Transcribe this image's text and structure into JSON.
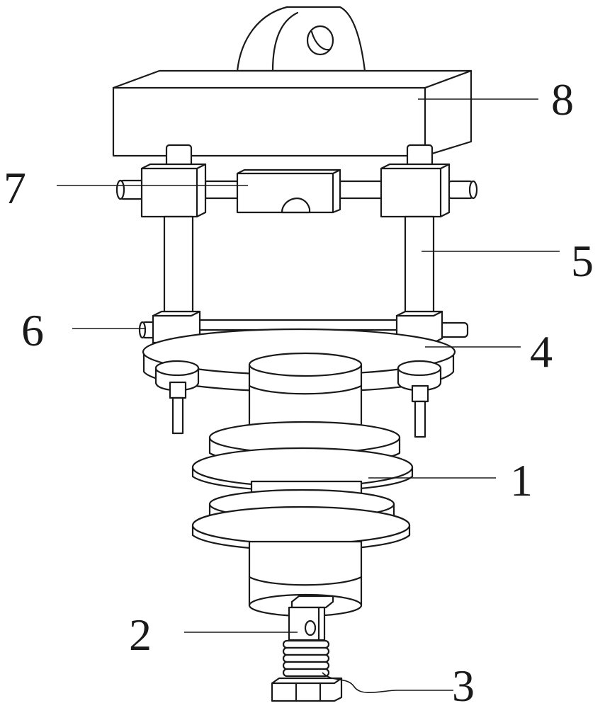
{
  "callouts": [
    {
      "id": "1",
      "text": "1"
    },
    {
      "id": "2",
      "text": "2"
    },
    {
      "id": "3",
      "text": "3"
    },
    {
      "id": "4",
      "text": "4"
    },
    {
      "id": "5",
      "text": "5"
    },
    {
      "id": "6",
      "text": "6"
    },
    {
      "id": "7",
      "text": "7"
    },
    {
      "id": "8",
      "text": "8"
    }
  ],
  "colors": {
    "line": "#1a1a1a",
    "fill": "#ffffff"
  }
}
